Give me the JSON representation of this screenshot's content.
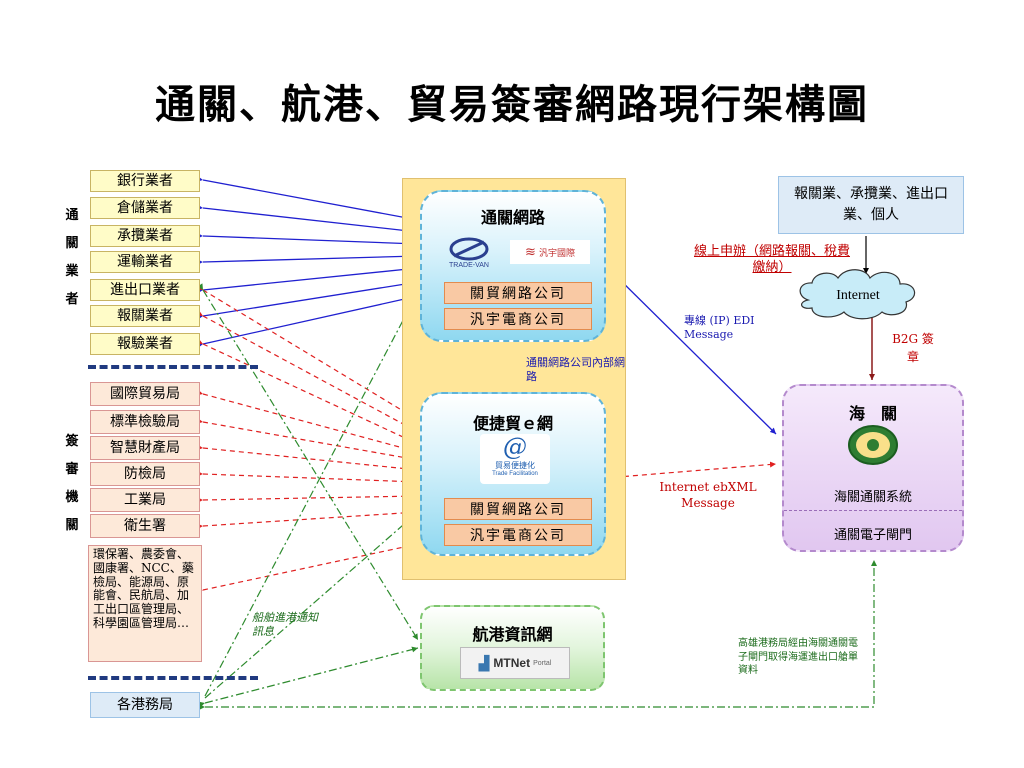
{
  "title": "通關、航港、貿易簽審網路現行架構圖",
  "group_labels": {
    "industry": [
      "通",
      "關",
      "業",
      "者"
    ],
    "review": [
      "簽",
      "審",
      "機",
      "關"
    ]
  },
  "industry_boxes": [
    "銀行業者",
    "倉儲業者",
    "承攬業者",
    "運輸業者",
    "進出口業者",
    "報關業者",
    "報驗業者"
  ],
  "review_boxes": [
    "國際貿易局",
    "標準檢驗局",
    "智慧財產局",
    "防檢局",
    "工業局",
    "衛生署"
  ],
  "review_other": "環保署、農委會、國康署、NCC、藥檢局、能源局、原能會、民航局、加工出口區管理局、科學園區管理局…",
  "port_bureau": "各港務局",
  "customs_network": {
    "title": "通關網路",
    "companies": [
      "關貿網路公司",
      "汎宇電商公司"
    ],
    "logos": [
      "TRADE-VAN",
      "汎宇國際"
    ]
  },
  "internal_network_label": "通關網路公司內部網路",
  "trade_network": {
    "title": "便捷貿ｅ網",
    "logo_text": "貿易便捷化",
    "logo_sub": "Trade Facilitation",
    "companies": [
      "關貿網路公司",
      "汎宇電商公司"
    ]
  },
  "port_network": {
    "title": "航港資訊網",
    "logo_text": "MTNet",
    "logo_sub": "Portal"
  },
  "applicants": "報關業、承攬業、進出口業、個人",
  "online_filing": "線上申辦（網路報關、稅費繳納）",
  "internet_label": "Internet",
  "b2g_label": "B2G 簽章",
  "customs": {
    "title": "海　關",
    "system": "海關通關系統",
    "gateway": "通關電子閘門"
  },
  "leased_line": "專線 (IP) EDI Message",
  "internet_ebxml": "Internet ebXML Message",
  "ship_notice": "船舶進港通知訊息",
  "port_bureau_note": "高雄港務局經由海關通關電子閘門取得海運進出口艙單資料",
  "colors": {
    "blue_arrow": "#2020d0",
    "red_arrow": "#e02020",
    "green_arrow": "#2e8b2e",
    "maroon_arrow": "#8b1a1a"
  }
}
